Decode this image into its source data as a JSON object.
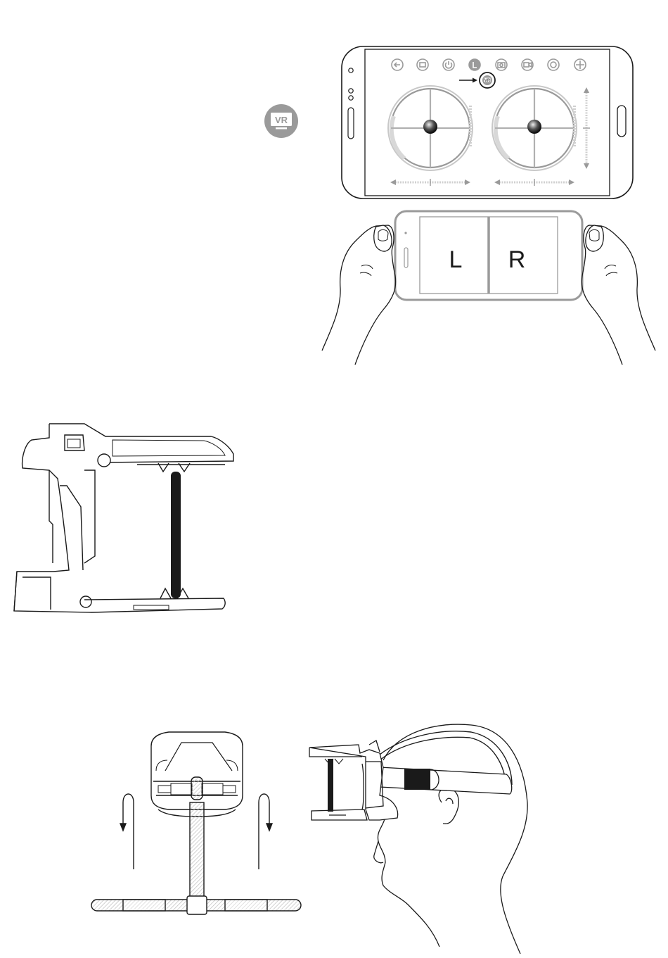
{
  "vr_badge": {
    "label": "VR",
    "icon": "vr-mode-icon"
  },
  "controller_screen": {
    "toolbar_icons": [
      "back-icon",
      "folder-icon",
      "power-icon",
      "l-mode-icon",
      "camera-icon",
      "video-icon",
      "gyro-icon",
      "calibrate-icon"
    ],
    "vr_button_label": "VR",
    "joysticks": [
      "left-joystick",
      "right-joystick"
    ]
  },
  "split_screen": {
    "left_label": "L",
    "right_label": "R"
  },
  "colors": {
    "line": "#1a1a1a",
    "badge_gray": "#9a9a9a",
    "light_gray": "#c8c8c8",
    "strap_dark": "#1a1a1a"
  }
}
